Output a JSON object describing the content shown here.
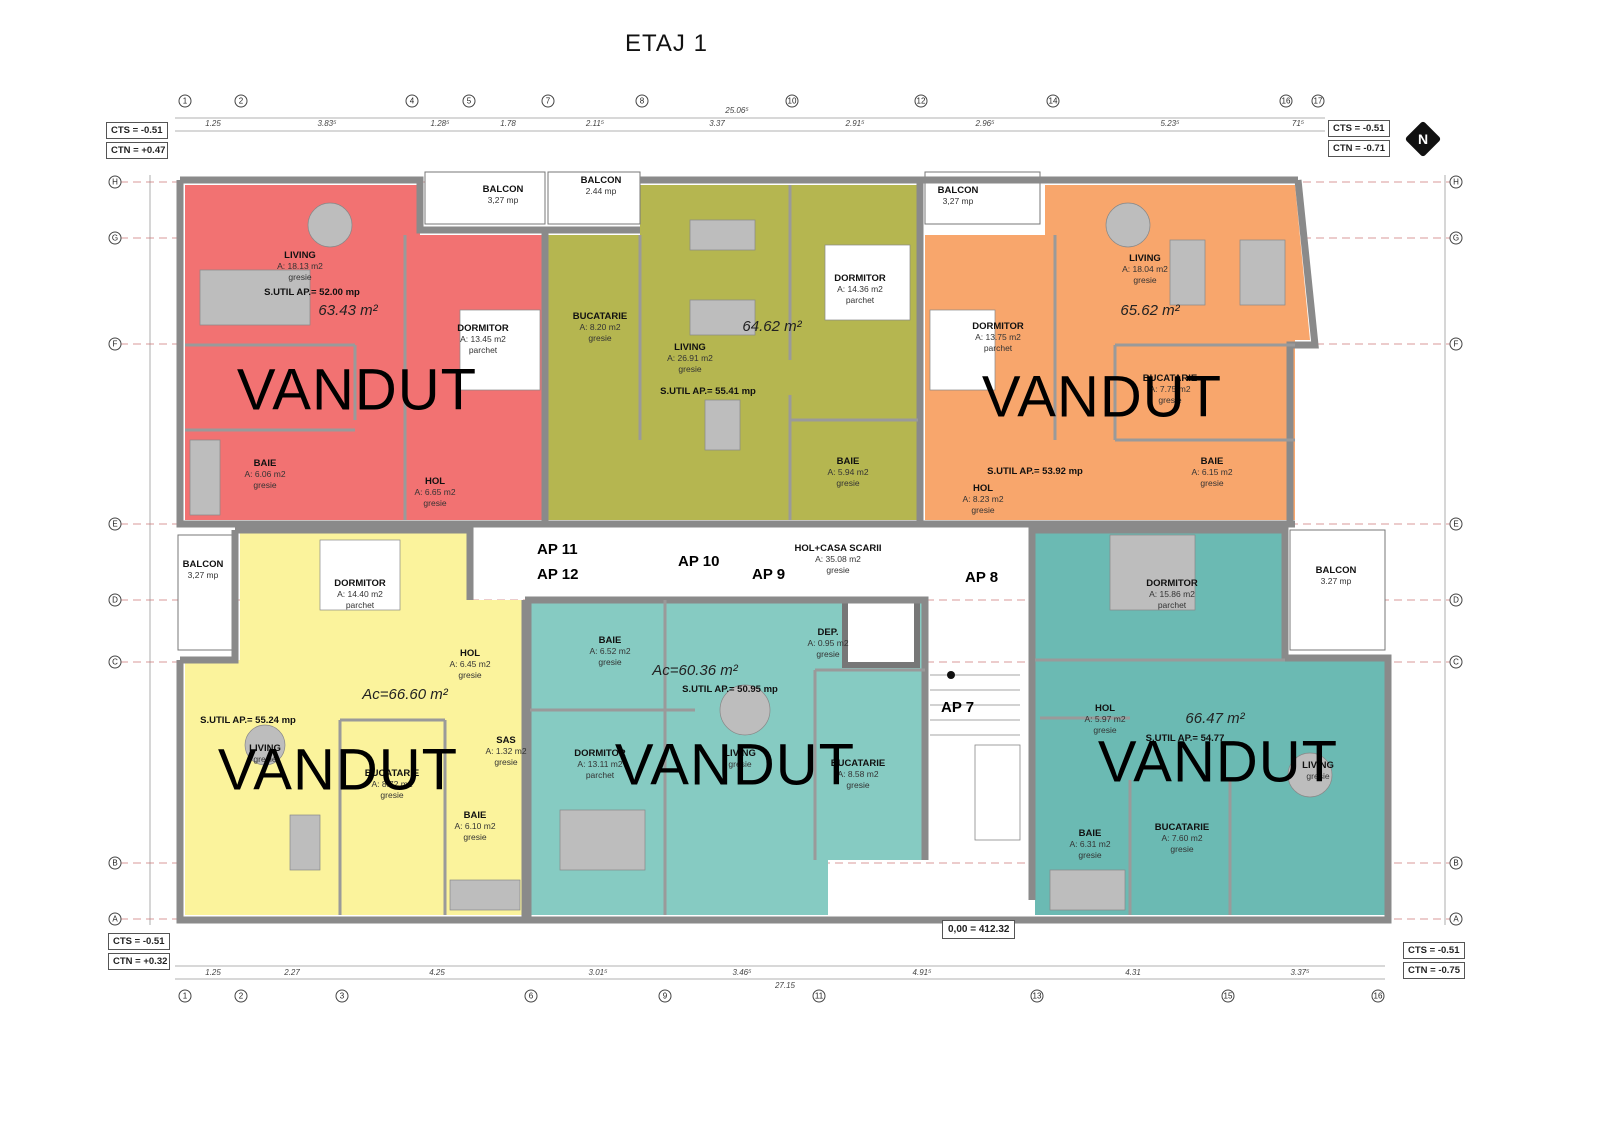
{
  "title": "ETAJ 1",
  "colors": {
    "red": "#f27272",
    "olive": "#b5b650",
    "orange": "#f8a66c",
    "yellow": "#fbf39c",
    "teal": "#86cbc2",
    "teal_dark": "#6bbab3",
    "wall": "#8a8a8a"
  },
  "level_boxes": [
    {
      "cts": "CTS = -0.51",
      "ctn": "CTN = +0.47"
    },
    {
      "cts": "CTS = -0.51",
      "ctn": "CTN = -0.71"
    },
    {
      "cts": "CTS = -0.51",
      "ctn": "CTN = +0.32"
    },
    {
      "cts": "CTS = -0.51",
      "ctn": "CTN = -0.75"
    }
  ],
  "elevation": "0,00 = 412.32",
  "north_icon": "north-arrow",
  "north_label": "N",
  "grid": {
    "top_axes": [
      "1",
      "2",
      "4",
      "5",
      "7",
      "8",
      "10",
      "12",
      "14",
      "16",
      "17"
    ],
    "bottom_axes": [
      "1",
      "2",
      "3",
      "6",
      "9",
      "11",
      "13",
      "15",
      "16"
    ],
    "rows": [
      "H",
      "G",
      "F",
      "E",
      "D",
      "C",
      "B",
      "A"
    ],
    "top_total": "25.06⁵",
    "bottom_total": "27.15",
    "top_dims": [
      "1.25",
      "3.83⁵",
      "1.28⁵",
      "1.78",
      "2.11⁵",
      "3.37",
      "2.91⁵",
      "2.96⁵",
      "5.23⁵",
      "71⁵"
    ],
    "bottom_dims": [
      "1.25",
      "2.27",
      "4.25",
      "3.01⁵",
      "3.46⁵",
      "4.91⁵",
      "4.31",
      "3.37⁵"
    ]
  },
  "apartment_labels": [
    "AP 11",
    "AP 12",
    "AP 10",
    "AP 9",
    "AP 8",
    "AP 7"
  ],
  "apartments": [
    {
      "color": "red",
      "total": "63.43 m²",
      "useful": "S.UTIL AP.= 52.00 mp",
      "status": "VANDUT",
      "rooms": [
        {
          "name": "LIVING",
          "area": "A: 18.13 m2",
          "finish": "gresie"
        },
        {
          "name": "DORMITOR",
          "area": "A: 13.45 m2",
          "finish": "parchet"
        },
        {
          "name": "BAIE",
          "area": "A: 6.06 m2",
          "finish": "gresie"
        },
        {
          "name": "HOL",
          "area": "A: 6.65 m2",
          "finish": "gresie"
        }
      ]
    },
    {
      "color": "olive",
      "total": "64.62 m²",
      "useful": "S.UTIL AP.= 55.41 mp",
      "status": "",
      "rooms": [
        {
          "name": "BUCATARIE",
          "area": "A: 8.20 m2",
          "finish": "gresie"
        },
        {
          "name": "LIVING",
          "area": "A: 26.91 m2",
          "finish": "gresie"
        },
        {
          "name": "DORMITOR",
          "area": "A: 14.36 m2",
          "finish": "parchet"
        },
        {
          "name": "BAIE",
          "area": "A: 5.94 m2",
          "finish": "gresie"
        }
      ]
    },
    {
      "color": "orange",
      "total": "65.62 m²",
      "useful": "S.UTIL AP.= 53.92 mp",
      "status": "VANDUT",
      "rooms": [
        {
          "name": "LIVING",
          "area": "A: 18.04 m2",
          "finish": "gresie"
        },
        {
          "name": "DORMITOR",
          "area": "A: 13.75 m2",
          "finish": "parchet"
        },
        {
          "name": "BUCATARIE",
          "area": "A: 7.75 m2",
          "finish": "gresie"
        },
        {
          "name": "BAIE",
          "area": "A: 6.15 m2",
          "finish": "gresie"
        },
        {
          "name": "HOL",
          "area": "A: 8.23 m2",
          "finish": "gresie"
        }
      ]
    },
    {
      "color": "yellow",
      "total": "Ac=66.60 m²",
      "useful": "S.UTIL AP.= 55.24 mp",
      "status": "VANDUT",
      "rooms": [
        {
          "name": "DORMITOR",
          "area": "A: 14.40 m2",
          "finish": "parchet"
        },
        {
          "name": "HOL",
          "area": "A: 6.45 m2",
          "finish": "gresie"
        },
        {
          "name": "LIVING",
          "area": "",
          "finish": "gresie"
        },
        {
          "name": "BUCATARIE",
          "area": "A: 8.72 m2",
          "finish": "gresie"
        },
        {
          "name": "SAS",
          "area": "A: 1.32 m2",
          "finish": "gresie"
        },
        {
          "name": "BAIE",
          "area": "A: 6.10 m2",
          "finish": "gresie"
        }
      ]
    },
    {
      "color": "teal",
      "total": "Ac=60.36 m²",
      "useful": "S.UTIL AP.= 50.95 mp",
      "status": "VANDUT",
      "rooms": [
        {
          "name": "BAIE",
          "area": "A: 6.52 m2",
          "finish": "gresie"
        },
        {
          "name": "DORMITOR",
          "area": "A: 13.11 m2",
          "finish": "parchet"
        },
        {
          "name": "LIVING",
          "area": "",
          "finish": "gresie"
        },
        {
          "name": "DEP.",
          "area": "A: 0.95 m2",
          "finish": "gresie"
        },
        {
          "name": "BUCATARIE",
          "area": "A: 8.58 m2",
          "finish": "gresie"
        }
      ]
    },
    {
      "color": "teal_dark",
      "total": "66.47 m²",
      "useful": "S.UTIL AP.= 54.77",
      "status": "VANDUT",
      "rooms": [
        {
          "name": "DORMITOR",
          "area": "A: 15.86 m2",
          "finish": "parchet"
        },
        {
          "name": "HOL",
          "area": "A: 5.97 m2",
          "finish": "gresie"
        },
        {
          "name": "LIVING",
          "area": "",
          "finish": "gresie"
        },
        {
          "name": "BAIE",
          "area": "A: 6.31 m2",
          "finish": "gresie"
        },
        {
          "name": "BUCATARIE",
          "area": "A: 7.60 m2",
          "finish": "gresie"
        }
      ]
    }
  ],
  "balconies": [
    {
      "name": "BALCON",
      "area": "3,27 mp"
    },
    {
      "name": "BALCON",
      "area": "2.44 mp"
    },
    {
      "name": "BALCON",
      "area": "3,27 mp"
    },
    {
      "name": "BALCON",
      "area": "3,27 mp"
    },
    {
      "name": "BALCON",
      "area": "3.27 mp"
    }
  ],
  "common": {
    "name": "HOL+CASA SCARII",
    "area": "A: 35.08 m2",
    "finish": "gresie"
  }
}
